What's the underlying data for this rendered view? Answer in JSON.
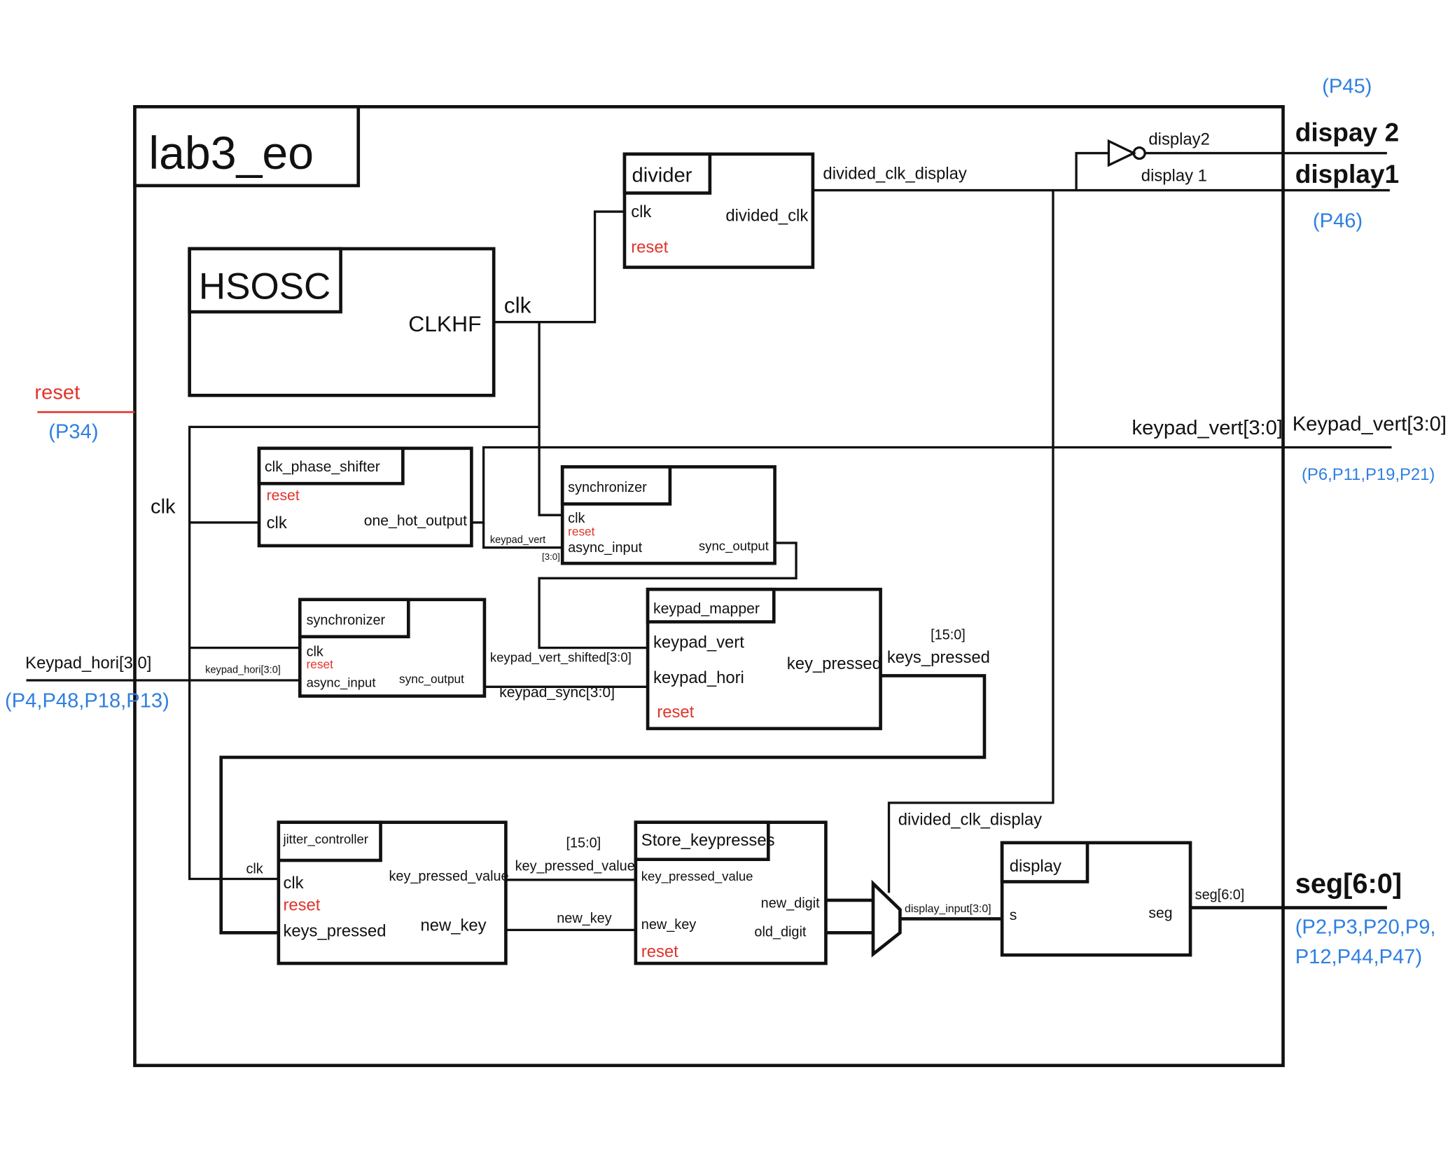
{
  "colors": {
    "wire": "#111111",
    "reset": "#e0342a",
    "pins": "#2f7fe0"
  },
  "top": {
    "title": "lab3_eo"
  },
  "hsosc": {
    "name": "HSOSC",
    "port_out": "CLKHF",
    "wire_label": "clk"
  },
  "divider": {
    "name": "divider",
    "clk": "clk",
    "reset": "reset",
    "out": "divided_clk",
    "wire_label": "divided_clk_display"
  },
  "inverter": {
    "out_label": "display2",
    "bypass_label": "display 1"
  },
  "outputs": {
    "display2": {
      "label": "dispay 2",
      "pin": "(P45)"
    },
    "display1": {
      "label": "display1",
      "pin": "(P46)"
    },
    "keypad_vert": {
      "internal_label": "keypad_vert[3:0]",
      "label": "Keypad_vert[3:0]",
      "pin": "(P6,P11,P19,P21)"
    },
    "seg": {
      "label": "seg[6:0]",
      "pin_line1": "(P2,P3,P20,P9,",
      "pin_line2": "P12,P44,P47)"
    }
  },
  "inputs": {
    "reset": {
      "label": "reset",
      "pin": "(P34)"
    },
    "keypad_hori": {
      "label": "Keypad_hori[3:0]",
      "pin": "(P4,P48,P18,P13)"
    }
  },
  "clk_bus_label": "clk",
  "clk_phase_shifter": {
    "name": "clk_phase_shifter",
    "reset": "reset",
    "clk": "clk",
    "out": "one_hot_output",
    "wire_label": "keypad_vert",
    "wire_width": "[3:0]"
  },
  "sync1": {
    "name": "synchronizer",
    "clk": "clk",
    "reset": "reset",
    "in": "async_input",
    "out": "sync_output",
    "wire_label": "keypad_vert_shifted[3:0]"
  },
  "sync2": {
    "name": "synchronizer",
    "clk": "clk",
    "reset": "reset",
    "in": "async_input",
    "out": "sync_output",
    "in_label": "keypad_hori[3:0]",
    "wire_label": "keypad_sync[3:0]"
  },
  "keypad_mapper": {
    "name": "keypad_mapper",
    "in1": "keypad_vert",
    "in2": "keypad_hori",
    "reset": "reset",
    "out": "key_pressed",
    "wire_width": "[15:0]",
    "wire_label": "keys_pressed"
  },
  "jitter": {
    "name": "jitter_controller",
    "clk_label": "clk",
    "clk": "clk",
    "reset": "reset",
    "in": "keys_pressed",
    "out1": "key_pressed_value",
    "out2": "new_key",
    "wire_width": "[15:0]",
    "wire1_label": "key_pressed_value",
    "wire2_label": "new_key"
  },
  "store": {
    "name": "Store_keypresses",
    "in1": "key_pressed_value",
    "in2": "new_key",
    "reset": "reset",
    "out1": "new_digit",
    "out2": "old_digit"
  },
  "mux": {
    "sel_label": "divided_clk_display",
    "out_label": "display_input[3:0]"
  },
  "display": {
    "name": "display",
    "in": "s",
    "out": "seg",
    "wire_label": "seg[6:0]"
  }
}
